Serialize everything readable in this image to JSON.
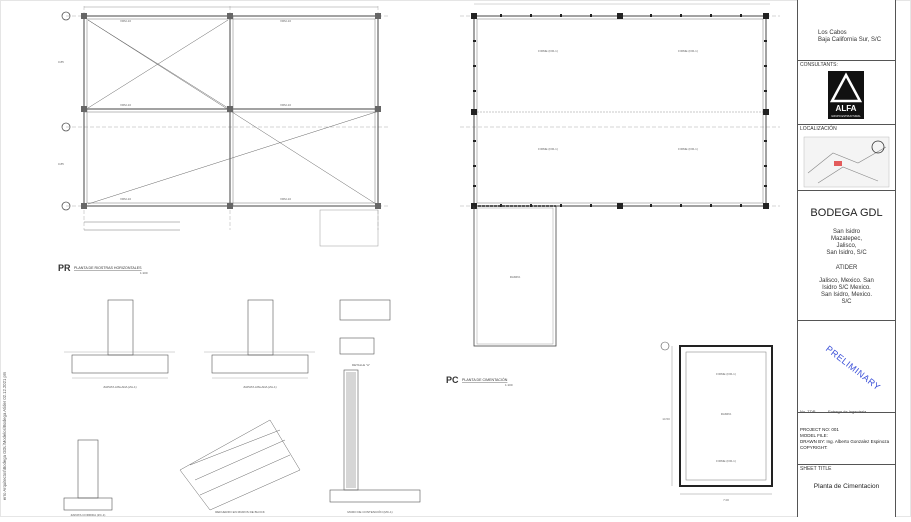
{
  "location_text": "Los Cabos\nBaja California Sur,  S/C",
  "consultants_label": "CONSULTANTS:",
  "consultant_logo": {
    "name": "ALFA",
    "tagline": "GRUPO ESTRUCTURAL"
  },
  "location_label": "LOCALIZACIÓN",
  "project_title": "BODEGA GDL",
  "project_address": "San Isidro\nMazatepec,\nJalisco,\nSan Isidro,  S/C",
  "client_name": "ATIDER",
  "client_address": "Jalisco, Mexico. San\nIsidro S/C Mexico.\nSan Isidro, Mexico.\nS/C",
  "watermark": "PRELIMINARY",
  "revision_no": "No. TDR",
  "revision_note": "Entrega de Ingenieria",
  "project_no": "PROJECT NO: 001",
  "model_file": "MODEL FILE:",
  "drawn_by": "DRAWN BY: Ing. Alberto Gonzalez Espinoza",
  "copyright": "COPYRIGHT:",
  "sheet_title_label": "SHEET TITLE",
  "sheet_title": "Planta de Cimentacion",
  "side_note": "erro Arquitectos\\Bodega GDL\\Modelos\\Bodega Atider 02.12.2021 pm",
  "plan_pr": {
    "tag": "PR",
    "title": "PLANTA DE RIOSTRAS HORIZONTALES",
    "scale": "1:100"
  },
  "plan_pc": {
    "tag": "PC",
    "title": "PLANTA DE CIMENTACIÓN",
    "scale": "1:100"
  },
  "details": [
    "ZAPATA AISLADA (ZA-1)",
    "ZAPATA AISLADA (ZA-1)",
    "DETALLE \"A\"",
    "ZAPATA CORRIDA (ZC-1)",
    "REFUERZO EN MUROS DE BLOCK",
    "MURO DE CONTENCIÓN (MC-1)"
  ],
  "plan_pc_labels": [
    "FIRME (FIR-1)",
    "FIRME (FIR-1)",
    "FIRME (FIR-1)",
    "FIRME (FIR-1)",
    "RAMPA"
  ],
  "zone_labels": [
    "FIRME (FIR-1)",
    "RAMPA",
    "FIRME (FIR-1)"
  ],
  "dims": {
    "pc_width": "7.00",
    "pc_height": "14.50"
  }
}
